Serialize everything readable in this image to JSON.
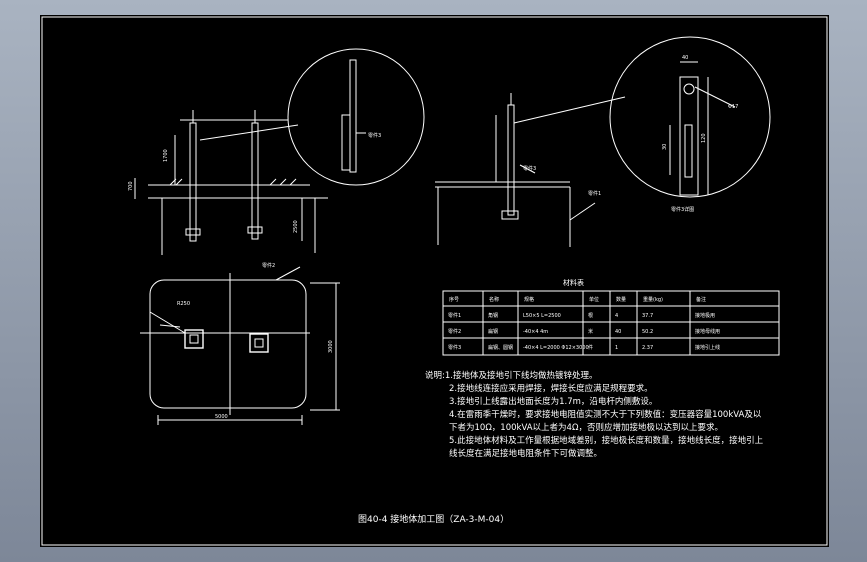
{
  "table": {
    "title": "材料表",
    "headers": [
      "序号",
      "名称",
      "规格",
      "单位",
      "数量",
      "重量(kg)",
      "备注"
    ],
    "rows": [
      [
        "零件1",
        "角钢",
        "L50×5 L=2500",
        "根",
        "4",
        "37.7",
        "接地极用"
      ],
      [
        "零件2",
        "扁钢",
        "-40×4 4m",
        "米",
        "40",
        "50.2",
        "接地母线用"
      ],
      [
        "零件3",
        "扁钢、圆钢",
        "-40×4 L=2000 Φ12×3000",
        "件",
        "1",
        "2.37",
        "接地引上线"
      ]
    ]
  },
  "notes": {
    "heading": "说明:",
    "items": [
      "1.接地体及接地引下线均做热镀锌处理。",
      "2.接地线连接应采用焊接，焊接长度应满足规程要求。",
      "3.接地引上线露出地面长度为1.7m，沿电杆内侧敷设。",
      "4.在雷雨季干燥时，要求接地电阻值实测不大于下列数值：变压器容量100kVA及以下者为10Ω，100kVA以上者为4Ω，否则应增加接地极以达到以上要求。",
      "5.此接地体材料及工作量根据地域差别，接地极长度和数量，接地线长度，接地引上线长度在满足接地电阻条件下可做调整。"
    ]
  },
  "caption": "图40-4 接地体加工图（ZA-3-M-04）",
  "labels": {
    "detail_left": "零件3",
    "detail_right": "零件3详图",
    "callout_top_right": "零件1",
    "callout_plan": "零件2",
    "callout_right_elev": "零件3",
    "callout_right_elev2": "零件1",
    "plan_r": "R250",
    "dim_plan_w": "5000",
    "dim_plan_h": "3000",
    "dim_elev_h": "2500",
    "dim_left_700": "700",
    "dim_left_1700": "1700",
    "dim_d_40": "40",
    "dim_d_30": "30",
    "dim_d_120": "120",
    "dim_d_phi": "Φ17"
  },
  "colors": {
    "background": "#000000",
    "lines": "#ffffff",
    "frame": "#8a94a3"
  }
}
